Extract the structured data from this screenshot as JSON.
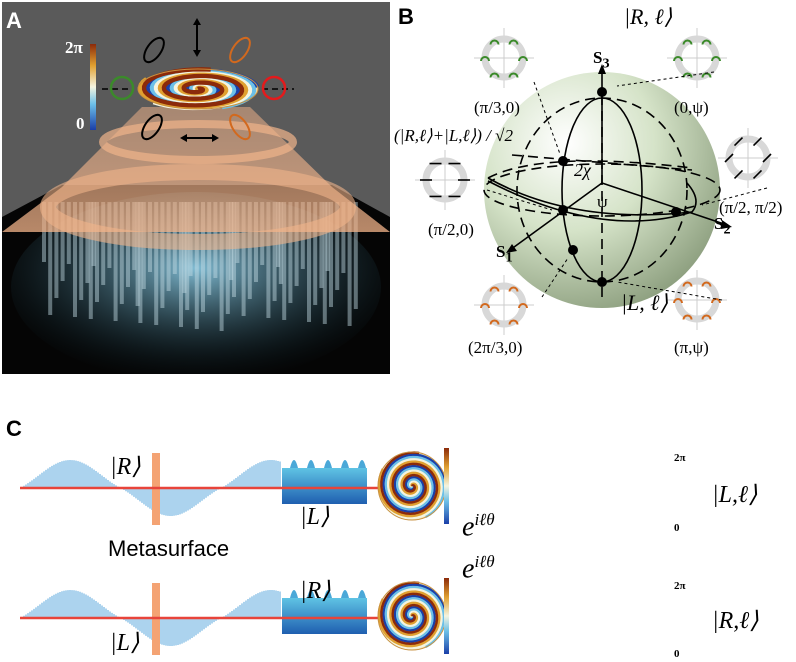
{
  "panels": {
    "A": {
      "label": "A",
      "colorbar": {
        "max_label": "2π",
        "min_label": "0"
      }
    },
    "B": {
      "label": "B",
      "axes": {
        "s1": "S",
        "s1_sub": "1",
        "s2": "S",
        "s2_sub": "2",
        "s3": "S",
        "s3_sub": "3"
      },
      "angles": {
        "chi": "2χ",
        "psi": "ψ"
      },
      "states": {
        "north": "|R, ℓ⟩",
        "south": "|L, ℓ⟩",
        "superposition": "(|R,ℓ⟩+|L,ℓ⟩) / √2"
      },
      "coords": {
        "pi3": "(π/3,0)",
        "zero_psi": "(0,ψ)",
        "pi2_pi2": "(π/2, π/2)",
        "pi2_0": "(π/2,0)",
        "two_pi3": "(2π/3,0)",
        "pi_psi": "(π,ψ)"
      }
    },
    "C": {
      "label": "C",
      "metasurface_label": "Metasurface",
      "rows": [
        {
          "input": "|R⟩",
          "output": "|L⟩",
          "phase": "e^{iℓθ}",
          "final": "|L,ℓ⟩",
          "cb_max": "2π",
          "cb_min": "0"
        },
        {
          "input": "|L⟩",
          "output": "|R⟩",
          "phase": "e^{iℓθ}",
          "final": "|R,ℓ⟩",
          "cb_max": "2π",
          "cb_min": "0"
        }
      ],
      "phase_base": "e",
      "phase_exp": "iℓθ"
    }
  },
  "colors": {
    "green": "#3b8a2a",
    "orange": "#d2691e",
    "red": "#e31a1c",
    "beam": "#e8443a",
    "wave": "#5aa7dc",
    "metasurface": "#f4a373"
  }
}
